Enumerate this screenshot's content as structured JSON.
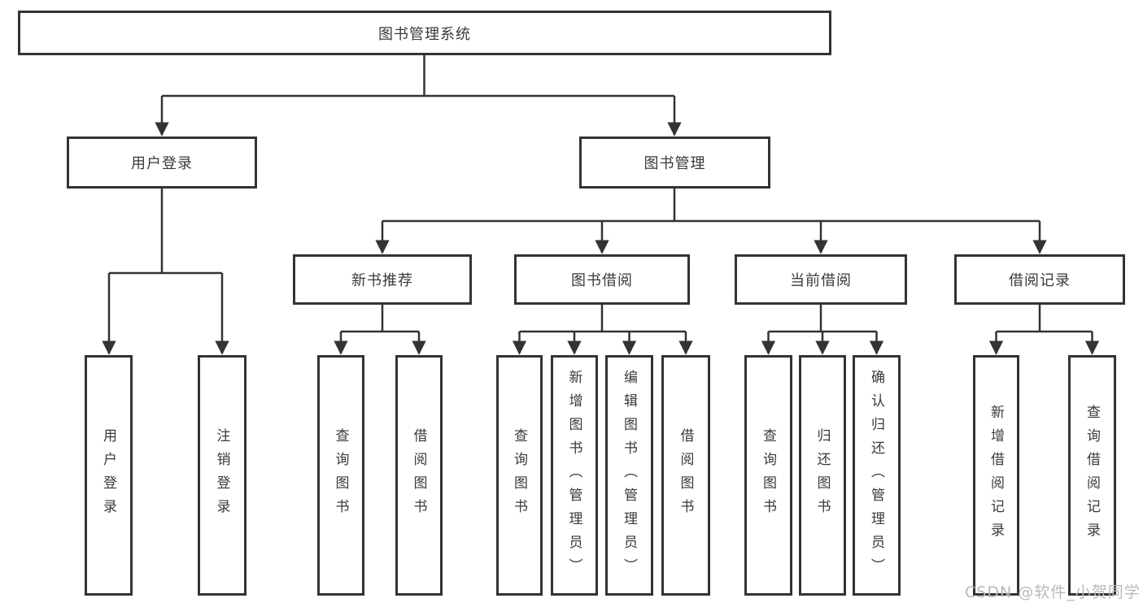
{
  "diagram": {
    "root": {
      "label": "图书管理系统"
    },
    "branches": [
      {
        "label": "用户登录",
        "children": [
          {
            "label": "用户登录"
          },
          {
            "label": "注销登录"
          }
        ]
      },
      {
        "label": "图书管理",
        "groups": [
          {
            "label": "新书推荐",
            "children": [
              {
                "label": "查询图书"
              },
              {
                "label": "借阅图书"
              }
            ]
          },
          {
            "label": "图书借阅",
            "children": [
              {
                "label": "查询图书"
              },
              {
                "label": "新增图书（管理员）"
              },
              {
                "label": "编辑图书（管理员）"
              },
              {
                "label": "借阅图书"
              }
            ]
          },
          {
            "label": "当前借阅",
            "children": [
              {
                "label": "查询图书"
              },
              {
                "label": "归还图书"
              },
              {
                "label": "确认归还（管理员）"
              }
            ]
          },
          {
            "label": "借阅记录",
            "children": [
              {
                "label": "新增借阅记录"
              },
              {
                "label": "查询借阅记录"
              }
            ]
          }
        ]
      }
    ]
  },
  "watermark": {
    "text": "CSDN @软件_小贺同学"
  },
  "colors": {
    "line": "#333333",
    "box_border": "#333333",
    "text": "#3a3a3a",
    "watermark": "#b9b9b9",
    "background": "#ffffff"
  }
}
